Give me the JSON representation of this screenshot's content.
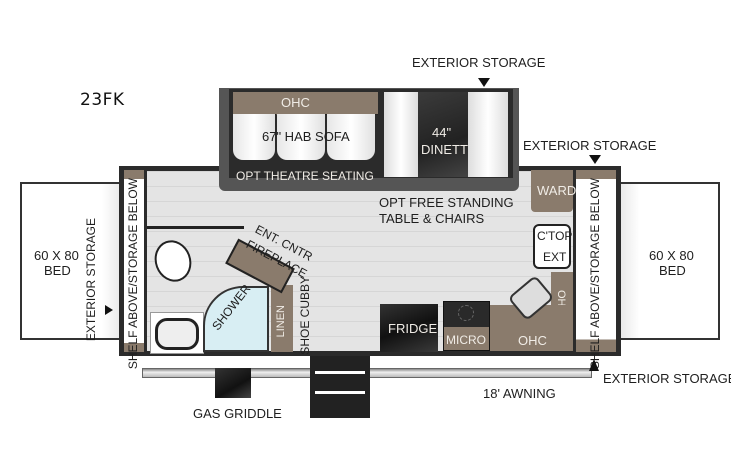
{
  "model": "23FK",
  "labels": {
    "exterior_storage_top": "EXTERIOR STORAGE",
    "exterior_storage_right_top": "EXTERIOR STORAGE",
    "exterior_storage_bottom_right": "EXTERIOR STORAGE",
    "exterior_storage_left": "EXTERIOR STORAGE",
    "ohc_slide": "OHC",
    "hab_sofa": "67\" HAB SOFA",
    "opt_theatre": "OPT THEATRE SEATING",
    "dinette_size": "44\"",
    "dinette": "DINETTE",
    "opt_table_1": "OPT FREE STANDING",
    "opt_table_2": "TABLE & CHAIRS",
    "ward": "WARD",
    "ctop_1": "C'TOP",
    "ctop_2": "EXT",
    "bed_left_1": "60 X 80",
    "bed_left_2": "BED",
    "bed_right_1": "60 X 80",
    "bed_right_2": "BED",
    "shelf_left": "SHELF ABOVE/STORAGE BELOW",
    "shelf_right": "SHELF ABOVE/STORAGE BELOW",
    "ent_cntr": "ENT. CNTR",
    "fireplace": "FIREPLACE",
    "shower": "SHOWER",
    "linen": "LINEN",
    "shoe_cubby": "SHOE CUBBY",
    "fridge": "FRIDGE",
    "micro": "MICRO",
    "ohc_kitchen": "OHC",
    "ohc_kitchen_side": "OHC",
    "awning": "18' AWNING",
    "gas_griddle": "GAS GRIDDLE"
  },
  "colors": {
    "wall": "#2b2b2b",
    "cabinet_brown": "#8a7b6c",
    "floor_gray": "#e2e2e2",
    "appliance_black": "#222222",
    "accent_teal": "#6aa8ad"
  }
}
